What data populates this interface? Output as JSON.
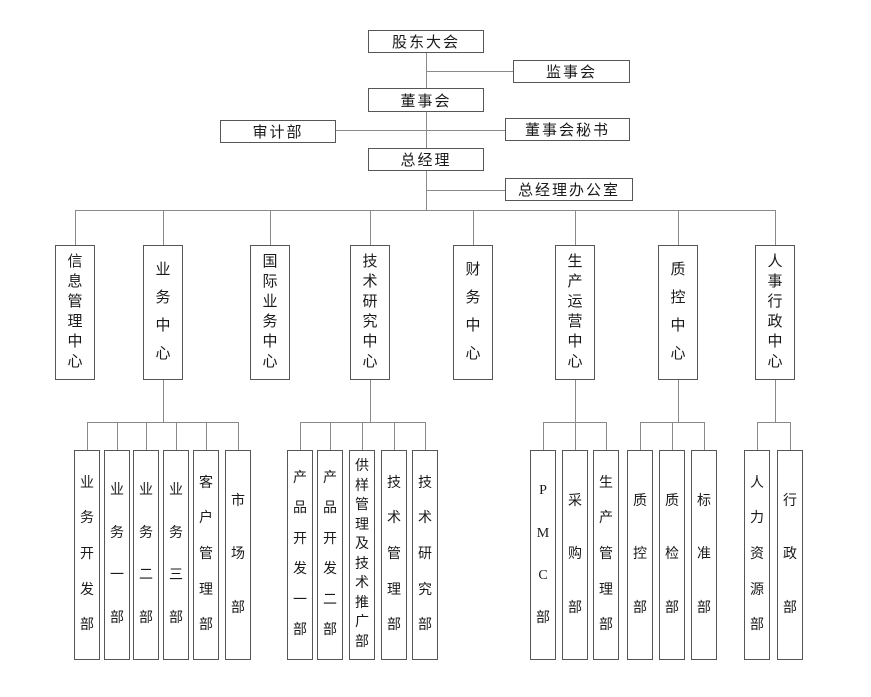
{
  "org": {
    "shareholders": "股东大会",
    "supervisory": "监事会",
    "board": "董事会",
    "audit": "审计部",
    "board_secretary": "董事会秘书",
    "gm": "总经理",
    "gm_office": "总经理办公室",
    "centers": {
      "info": "信息管理中心",
      "business": "业务中心",
      "intl": "国际业务中心",
      "tech": "技术研究中心",
      "finance": "财务中心",
      "production": "生产运营中心",
      "qc": "质控中心",
      "hr": "人事行政中心"
    },
    "departments": {
      "biz_dev": "业务开发部",
      "biz1": "业务一部",
      "biz2": "业务二部",
      "biz3": "业务三部",
      "customer": "客户管理部",
      "market": "市场部",
      "prod_dev1": "产品开发一部",
      "prod_dev2": "产品开发二部",
      "sample": "供样管理及技术推广部",
      "tech_mgmt": "技术管理部",
      "tech_research": "技术研究部",
      "pmc": "PMC部",
      "purchase": "采购部",
      "prod_mgmt": "生产管理部",
      "qc_dept": "质控部",
      "qi_dept": "质检部",
      "standard": "标准部",
      "hr_dept": "人力资源部",
      "admin": "行政部"
    }
  }
}
